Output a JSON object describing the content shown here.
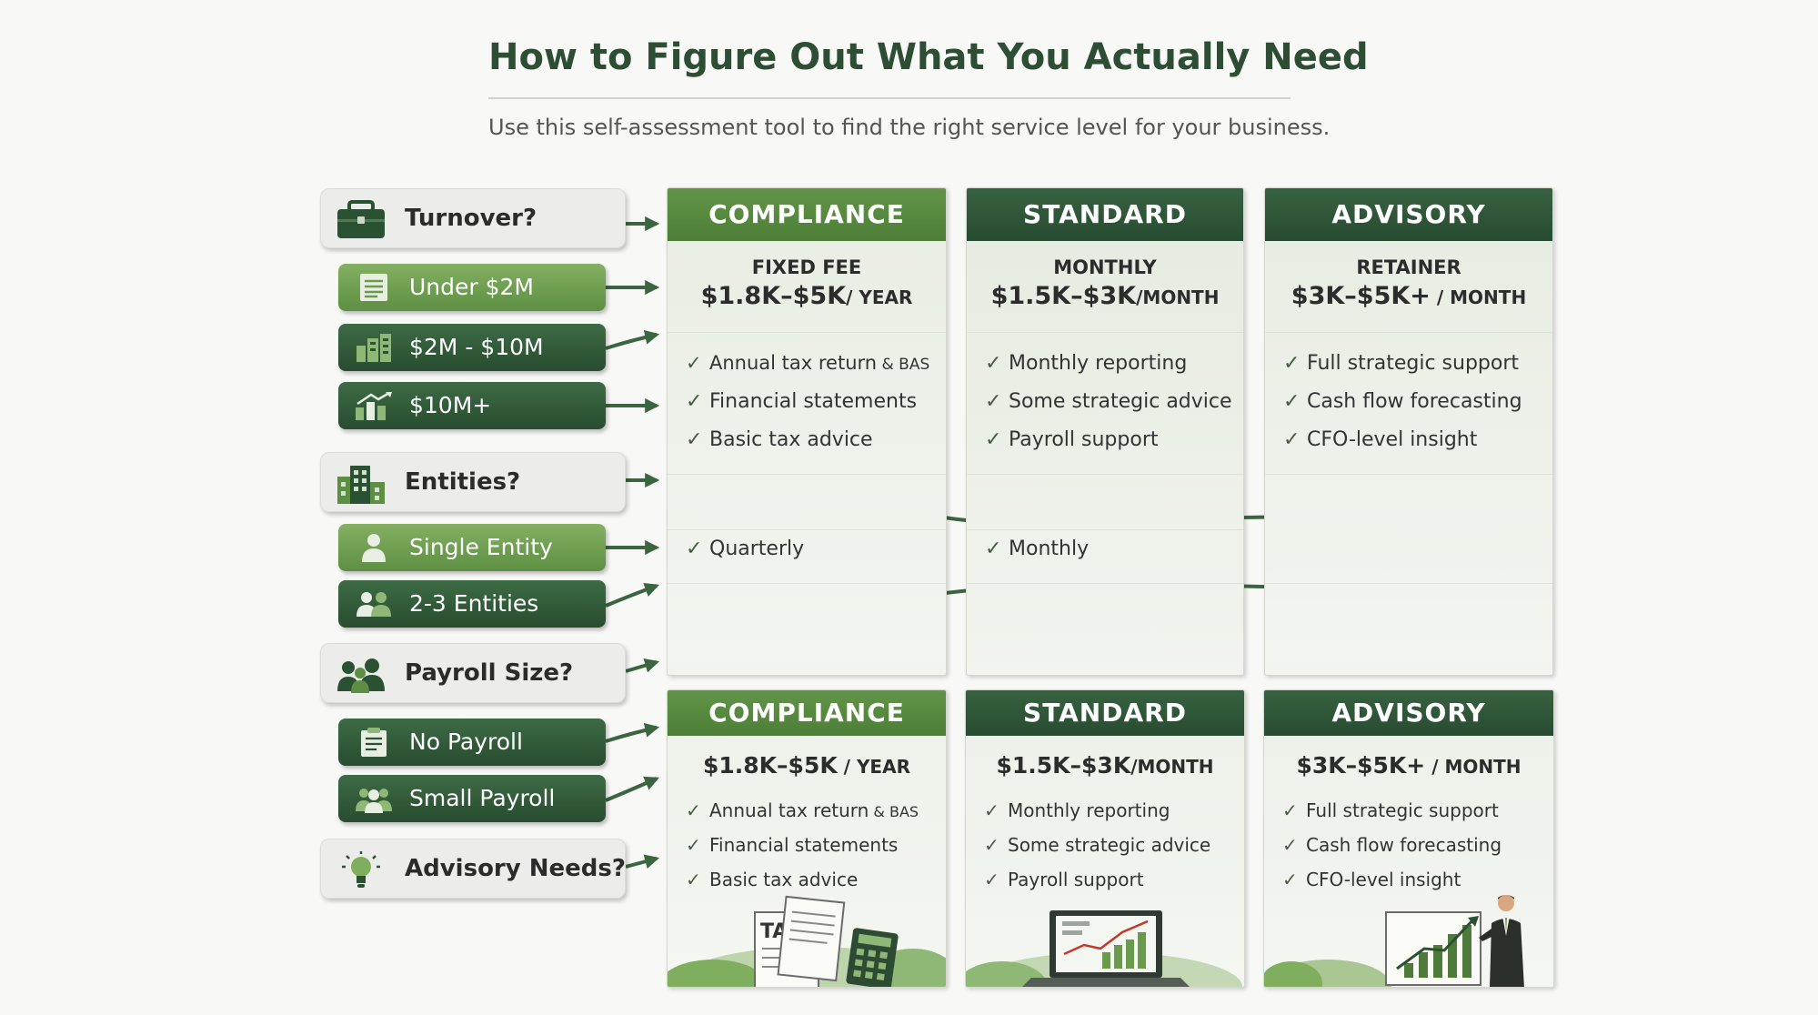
{
  "title": "How to Figure Out What You Actually Need",
  "subtitle": "Use this self-assessment tool to find the right service level for your business.",
  "colors": {
    "dark_green": "#2b5133",
    "light_green": "#6a9a4c",
    "pill_grey": "#ececea",
    "title_green": "#2d4e34"
  },
  "questions": {
    "turnover": {
      "label": "Turnover?",
      "icon": "briefcase-icon"
    },
    "entities": {
      "label": "Entities?",
      "icon": "buildings-icon"
    },
    "payroll": {
      "label": "Payroll Size?",
      "icon": "people-icon"
    },
    "advisory": {
      "label": "Advisory Needs?",
      "icon": "lightbulb-icon"
    }
  },
  "options": {
    "under_2m": {
      "label": "Under $2M",
      "icon": "document-icon"
    },
    "2m_10m": {
      "label": "$2M - $10M",
      "icon": "buildings-icon"
    },
    "10m_plus": {
      "label": "$10M+",
      "icon": "growth-icon"
    },
    "single_entity": {
      "label": "Single Entity",
      "icon": "person-icon"
    },
    "2_3_entities": {
      "label": "2-3 Entities",
      "icon": "people-icon"
    },
    "no_payroll": {
      "label": "No Payroll",
      "icon": "clipboard-icon"
    },
    "small_payroll": {
      "label": "Small Payroll",
      "icon": "people-icon"
    }
  },
  "top_tiers": [
    {
      "name": "COMPLIANCE",
      "price_type": "FIXED FEE",
      "amount": "$1.8K–$5K",
      "unit": "/ YEAR",
      "features": [
        "Annual tax return",
        "Financial statements",
        "Basic tax advice"
      ],
      "feature_suffix": " & BAS",
      "frequency": "Quarterly"
    },
    {
      "name": "STANDARD",
      "price_type": "MONTHLY",
      "amount": "$1.5K–$3K",
      "unit": "/MONTH",
      "features": [
        "Monthly reporting",
        "Some strategic advice",
        "Payroll support"
      ],
      "frequency": "Monthly"
    },
    {
      "name": "ADVISORY",
      "price_type": "RETAINER",
      "amount": "$3K–$5K+",
      "unit": " / MONTH",
      "features": [
        "Full strategic support",
        "Cash flow forecasting",
        "CFO-level insight"
      ]
    }
  ],
  "bottom_tiers": [
    {
      "name": "COMPLIANCE",
      "amount": "$1.8K–$5K",
      "unit": " / YEAR",
      "features": [
        "Annual tax return",
        "Financial statements",
        "Basic tax advice"
      ],
      "feature_suffix": " & BAS",
      "illustration_text": "TAX",
      "illustration": "tax-documents-calculator-icon"
    },
    {
      "name": "STANDARD",
      "amount": "$1.5K–$3K",
      "unit": "/MONTH",
      "features": [
        "Monthly reporting",
        "Some strategic advice",
        "Payroll support"
      ],
      "illustration": "laptop-chart-icon"
    },
    {
      "name": "ADVISORY",
      "amount": "$3K–$5K+",
      "unit": " / MONTH",
      "features": [
        "Full strategic support",
        "Cash flow forecasting",
        "CFO-level insight"
      ],
      "illustration": "presenter-chart-icon"
    }
  ]
}
